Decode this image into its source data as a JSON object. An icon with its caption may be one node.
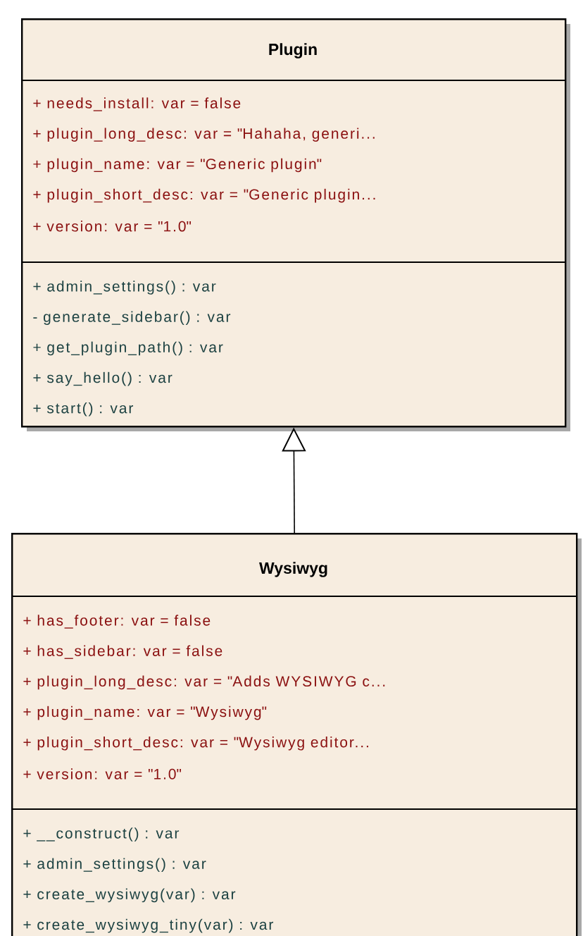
{
  "diagram": {
    "nodes": [
      {
        "text": [
          "Plugin"
        ]
      },
      {
        "text": [
          "+ needs_install: var = false",
          "+ plugin_long_desc: var = \"Hahaha, generi...",
          "+ plugin_name: var = \"Generic plugin\"",
          "+ plugin_short_desc: var = \"Generic plugin...",
          "+ version: var = \"1.0\""
        ],
        "in": 0
      },
      {
        "text": [
          "+ admin_settings() : var",
          "- generate_sidebar() : var",
          "+ get_plugin_path() : var",
          "+ say_hello() : var",
          "+ start() : var"
        ],
        "in": 0
      },
      {
        "text": [
          "Wysiwyg"
        ]
      },
      {
        "text": [
          "+ has_footer: var = false",
          "+ has_sidebar: var = false",
          "+ plugin_long_desc: var = \"Adds WYSIWYG c...",
          "+ plugin_name: var = \"Wysiwyg\"",
          "+ plugin_short_desc: var = \"Wysiwyg editor...",
          "+ version: var = \"1.0\""
        ],
        "in": 3
      },
      {
        "text": [
          "+ __construct() : var",
          "+ admin_settings() : var",
          "+ create_wysiwyg(var) : var",
          "+ create_wysiwyg_tiny(var) : var"
        ],
        "in": 3
      }
    ],
    "edges": [
      {
        "from": 3,
        "to": 0,
        "arrow": "to"
      }
    ]
  }
}
